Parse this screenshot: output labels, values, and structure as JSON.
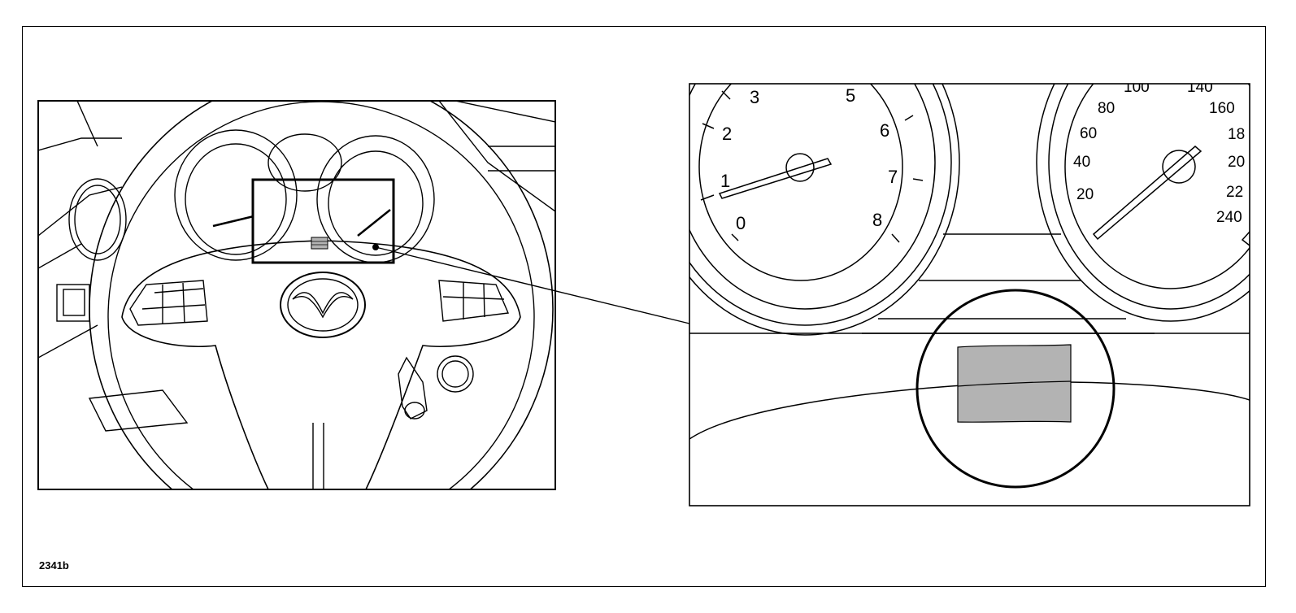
{
  "figure_id": "2341b",
  "tachometer_labels": [
    "0",
    "1",
    "2",
    "3",
    "5",
    "6",
    "7",
    "8"
  ],
  "speedometer_labels": [
    "20",
    "40",
    "60",
    "80",
    "100",
    "140",
    "160",
    "18",
    "20",
    "22",
    "240"
  ],
  "highlight_color": "#b3b3b3"
}
